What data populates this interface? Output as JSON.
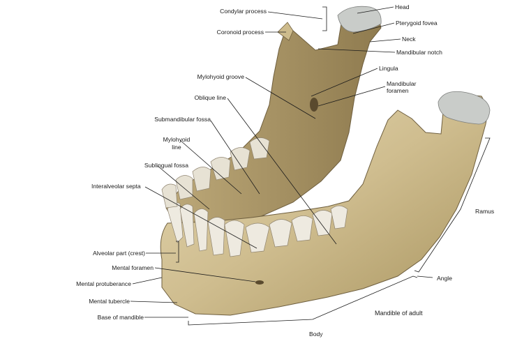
{
  "labels": {
    "condylar_process": "Condylar process",
    "coronoid_process": "Coronoid process",
    "head": "Head",
    "pterygoid_fovea": "Pterygoid fovea",
    "neck": "Neck",
    "mandibular_notch": "Mandibular notch",
    "lingula": "Lingula",
    "mandibular_foramen_1": "Mandibular",
    "mandibular_foramen_2": "foramen",
    "mylohyoid_groove": "Mylohyoid groove",
    "oblique_line": "Oblique line",
    "submandibular_fossa": "Submandibular fossa",
    "mylohyoid_line_1": "Mylohyoid",
    "mylohyoid_line_2": "line",
    "sublingual_fossa": "Sublingual fossa",
    "interalveolar_septa": "Interalveolar septa",
    "alveolar_part": "Alveolar part (crest)",
    "mental_foramen": "Mental foramen",
    "mental_protuberance": "Mental protuberance",
    "mental_tubercle": "Mental tubercle",
    "base_of_mandible": "Base of mandible",
    "ramus": "Ramus",
    "angle": "Angle",
    "body": "Body",
    "caption": "Mandible of adult"
  },
  "colors": {
    "bone": "#d8c9a0",
    "bone_shadow": "#9a875e",
    "bone_dark": "#6e5e3e",
    "cartilage": "#c9ccc9",
    "tooth": "#eeeae0",
    "leader": "#1a1a1a"
  }
}
